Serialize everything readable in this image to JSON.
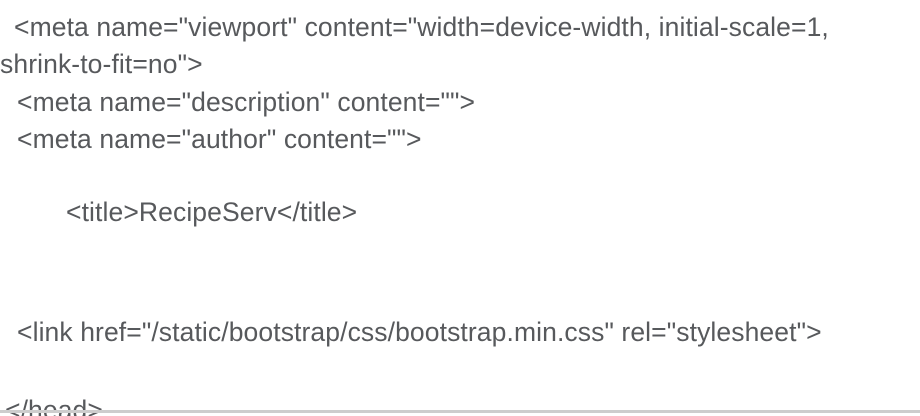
{
  "document": {
    "view_type": "html-source-text",
    "background_color": "#ffffff",
    "text_color": "#57595c",
    "divider_color": "#cdcdcd"
  },
  "source": {
    "lines": [
      {
        "id": "viewport",
        "text": "<meta name=\"viewport\" content=\"width=device-width, initial-scale=1,",
        "indent": 1,
        "wrapped": true
      },
      {
        "id": "viewport_wrap",
        "text": "shrink-to-fit=no\">",
        "indent": 0,
        "wrapped": false
      },
      {
        "id": "description",
        "text": "<meta name=\"description\" content=\"\">",
        "indent": 2,
        "wrapped": false
      },
      {
        "id": "author",
        "text": "<meta name=\"author\" content=\"\">",
        "indent": 2,
        "wrapped": false
      },
      {
        "id": "title",
        "text": "<title>RecipeServ</title>",
        "indent": 6,
        "wrapped": false
      },
      {
        "id": "stylesheet_link",
        "text": "<link href=\"/static/bootstrap/css/bootstrap.min.css\" rel=\"stylesheet\">",
        "indent": 2,
        "wrapped": false
      },
      {
        "id": "head_close",
        "text": "</head>",
        "indent": 0,
        "wrapped": false,
        "clipped": true
      }
    ],
    "page_title_value": "RecipeServ",
    "stylesheet_href": "/static/bootstrap/css/bootstrap.min.css",
    "viewport_content": "width=device-width, initial-scale=1, shrink-to-fit=no",
    "description_content": "",
    "author_content": ""
  }
}
